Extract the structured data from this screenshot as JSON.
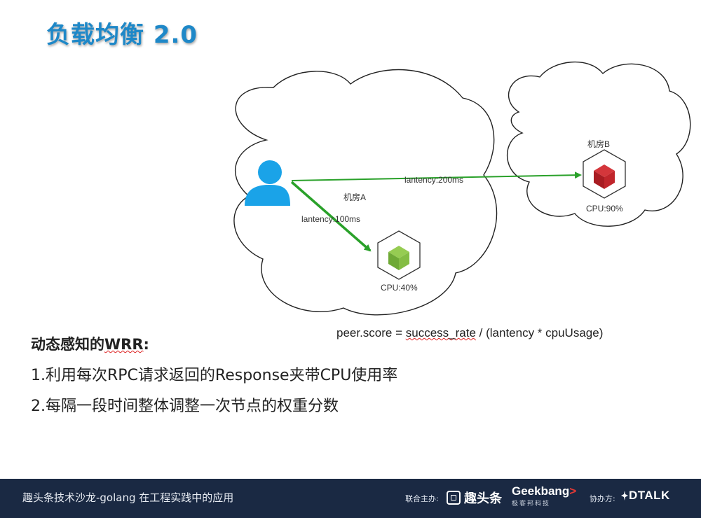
{
  "slide": {
    "title": "负载均衡 2.0"
  },
  "diagram": {
    "datacenter_a": {
      "label": "机房A",
      "server_cpu": "CPU:40%",
      "link_latency": "lantency:100ms"
    },
    "datacenter_b": {
      "label": "机房B",
      "server_cpu": "CPU:90%",
      "link_latency": "lantency:200ms"
    },
    "colors": {
      "arrow": "#2aa12a",
      "user_icon": "#1aa3e8",
      "server_a_cube": "#7cb83a",
      "server_b_cube": "#c0252b",
      "cloud_outline": "#222222"
    },
    "icons": {
      "client": "user-icon",
      "server_a": "green-cube-server-icon",
      "server_b": "red-cube-server-icon"
    }
  },
  "formula": {
    "prefix": "peer.score = ",
    "term": "success_rate",
    "suffix": " / (lantency * cpuUsage)"
  },
  "content": {
    "heading_prefix": "动态感知的",
    "heading_wrr": "WRR",
    "heading_suffix": ":",
    "points": [
      "1.利用每次RPC请求返回的Response夹带CPU使用率",
      "2.每隔一段时间整体调整一次节点的权重分数"
    ]
  },
  "footer": {
    "event": "趣头条技术沙龙-golang 在工程实践中的应用",
    "sponsor_label": "联合主办:",
    "sponsor_1": "趣头条",
    "sponsor_2_main_a": "Geek",
    "sponsor_2_main_b": "bang",
    "sponsor_2_arrow": ">",
    "sponsor_2_sub": "极客邦科技",
    "cohost_label": "协办方:",
    "cohost": "DTALK",
    "colors": {
      "background": "#1a2943",
      "accent": "#e53935"
    }
  }
}
